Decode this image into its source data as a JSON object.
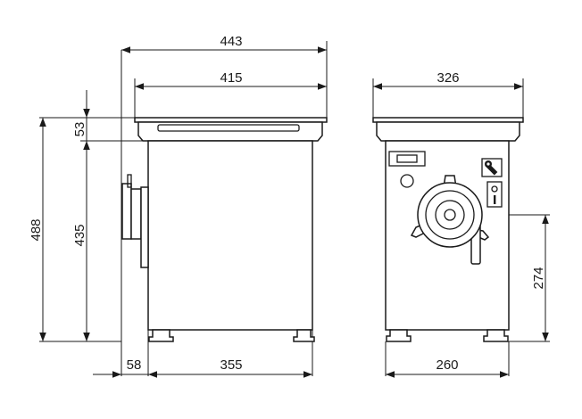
{
  "dimensions": {
    "width_overall": "443",
    "width_top": "415",
    "top_height": "53",
    "height_overall": "488",
    "height_body": "435",
    "offset_left": "58",
    "base_width_side": "355",
    "depth_top": "326",
    "base_width_front": "260",
    "outlet_height": "274"
  },
  "colors": {
    "line": "#1a1a1a",
    "background": "#ffffff"
  },
  "icons": [
    "wrench-icon",
    "power-switch-icon"
  ]
}
